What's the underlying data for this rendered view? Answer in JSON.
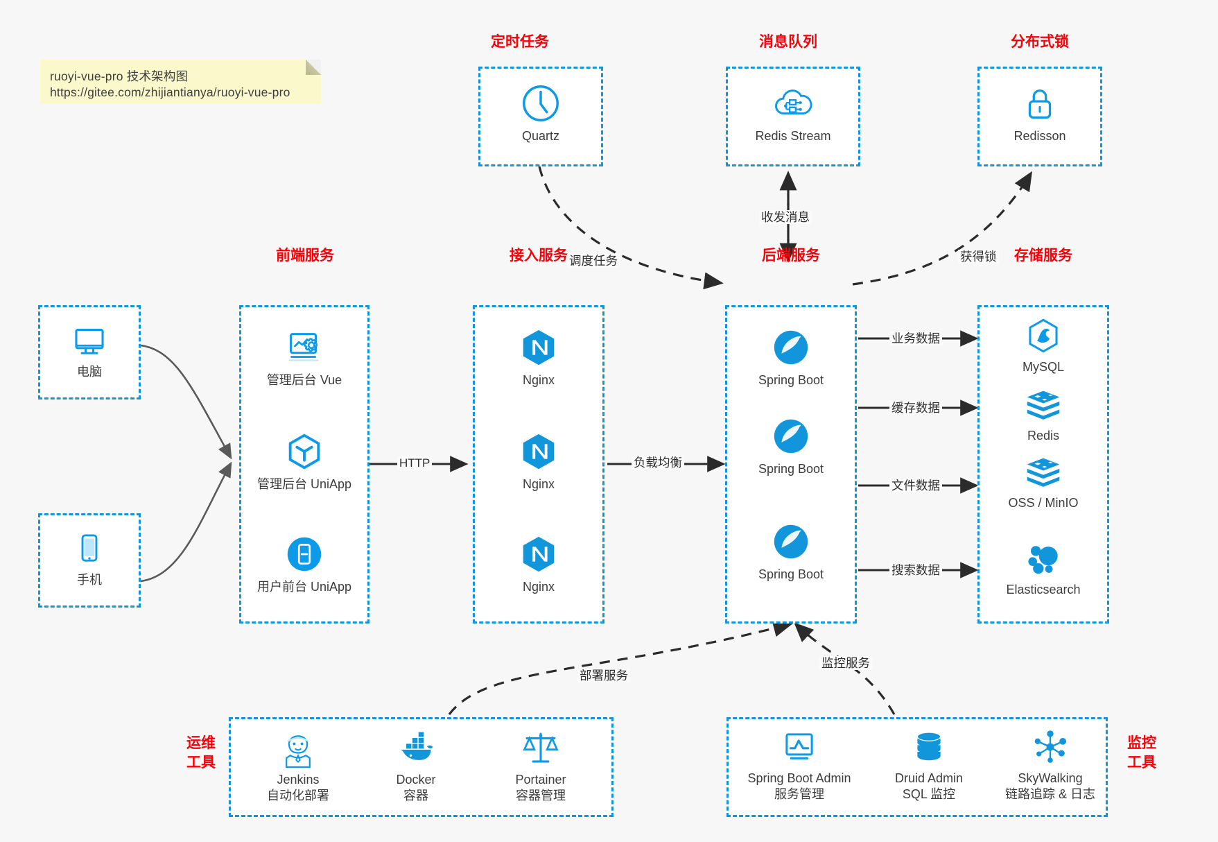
{
  "note": {
    "line1": "ruoyi-vue-pro 技术架构图",
    "line2": "https://gitee.com/zhijiantianya/ruoyi-vue-pro"
  },
  "colors": {
    "accent_blue": "#1296db",
    "title_red": "#fb0007",
    "icon_blue": "#0d9ae8",
    "background": "#f7f7f7",
    "note_yellow": "#fbf8cc",
    "edge_dark": "#2f2f2f",
    "edge_gray": "#5a5a5a"
  },
  "groups": {
    "scheduler": {
      "title": "定时任务",
      "nodes": [
        {
          "label": "Quartz",
          "icon": "clock-icon"
        }
      ]
    },
    "mq": {
      "title": "消息队列",
      "nodes": [
        {
          "label": "Redis Stream",
          "icon": "cloud-network-icon"
        }
      ]
    },
    "lock": {
      "title": "分布式锁",
      "nodes": [
        {
          "label": "Redisson",
          "icon": "lock-icon"
        }
      ]
    },
    "frontend": {
      "title": "前端服务",
      "nodes": [
        {
          "label": "管理后台 Vue",
          "icon": "dashboard-monitor-icon"
        },
        {
          "label": "管理后台 UniApp",
          "icon": "cube-icon"
        },
        {
          "label": "用户前台 UniApp",
          "icon": "mobile-app-icon"
        }
      ]
    },
    "gateway": {
      "title": "接入服务",
      "nodes": [
        {
          "label": "Nginx",
          "icon": "nginx-icon"
        },
        {
          "label": "Nginx",
          "icon": "nginx-icon"
        },
        {
          "label": "Nginx",
          "icon": "nginx-icon"
        }
      ]
    },
    "backend": {
      "title": "后端服务",
      "nodes": [
        {
          "label": "Spring Boot",
          "icon": "spring-boot-icon"
        },
        {
          "label": "Spring Boot",
          "icon": "spring-boot-icon"
        },
        {
          "label": "Spring Boot",
          "icon": "spring-boot-icon"
        }
      ]
    },
    "storage": {
      "title": "存储服务",
      "nodes": [
        {
          "label": "MySQL",
          "icon": "mysql-icon"
        },
        {
          "label": "Redis",
          "icon": "redis-layers-icon"
        },
        {
          "label": "OSS / MinIO",
          "icon": "object-storage-icon"
        },
        {
          "label": "Elasticsearch",
          "icon": "elasticsearch-icon"
        }
      ]
    },
    "clients": {
      "pc": {
        "label": "电脑",
        "icon": "desktop-icon"
      },
      "mobile": {
        "label": "手机",
        "icon": "phone-icon"
      }
    },
    "devops": {
      "title_line1": "运维",
      "title_line2": "工具",
      "nodes": [
        {
          "label": "Jenkins",
          "sub": "自动化部署",
          "icon": "jenkins-icon"
        },
        {
          "label": "Docker",
          "sub": "容器",
          "icon": "docker-icon"
        },
        {
          "label": "Portainer",
          "sub": "容器管理",
          "icon": "scales-icon"
        }
      ]
    },
    "monitor": {
      "title_line1": "监控",
      "title_line2": "工具",
      "nodes": [
        {
          "label": "Spring Boot Admin",
          "sub": "服务管理",
          "icon": "chart-monitor-icon"
        },
        {
          "label": "Druid Admin",
          "sub": "SQL 监控",
          "icon": "database-icon"
        },
        {
          "label": "SkyWalking",
          "sub": "链路追踪 & 日志",
          "icon": "skywalking-icon"
        }
      ]
    }
  },
  "edges": {
    "http": "HTTP",
    "balance": "负载均衡",
    "schedule": "调度任务",
    "message": "收发消息",
    "getlock": "获得锁",
    "biz_data": "业务数据",
    "cache_data": "缓存数据",
    "file_data": "文件数据",
    "search_data": "搜索数据",
    "deploy": "部署服务",
    "monitor": "监控服务"
  }
}
